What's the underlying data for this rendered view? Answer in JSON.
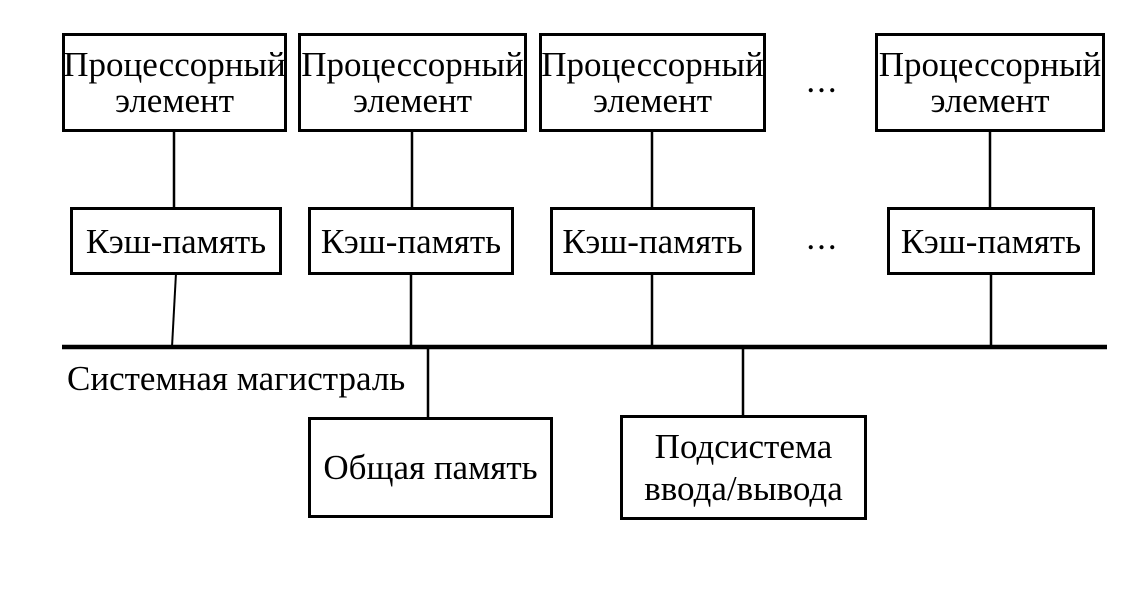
{
  "diagram": {
    "title_semantic": "Shared-memory multiprocessor with system bus",
    "processor_elements": [
      {
        "label": "Процессорный элемент"
      },
      {
        "label": "Процессорный элемент"
      },
      {
        "label": "Процессорный элемент"
      },
      {
        "label": "Процессорный элемент"
      }
    ],
    "cache_elements": [
      {
        "label": "Кэш-память"
      },
      {
        "label": "Кэш-память"
      },
      {
        "label": "Кэш-память"
      },
      {
        "label": "Кэш-память"
      }
    ],
    "ellipsis_processors": "...",
    "ellipsis_caches": "...",
    "bus_label": "Системная магистраль",
    "shared_memory_label": "Общая память",
    "io_subsystem_label": "Подсистема ввода/вывода",
    "colors": {
      "line": "#000000",
      "text": "#000000",
      "background": "#ffffff"
    }
  }
}
